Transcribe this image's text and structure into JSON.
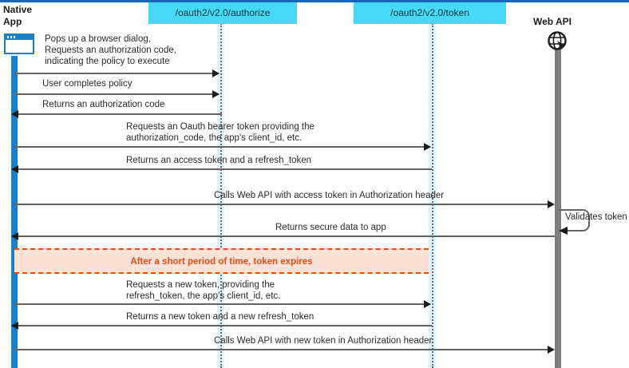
{
  "diagram": {
    "type": "sequence-diagram",
    "title": "OAuth2 native app authorization code flow"
  },
  "participants": [
    {
      "id": "native-app",
      "label_line1": "Native",
      "label_line2": "App",
      "icon": "browser-window-icon",
      "lifeline_color": "#1a7fc9"
    },
    {
      "id": "authorize-endpoint",
      "label": "/oauth2/v2.0/authorize",
      "header_color": "#45d8f7",
      "lifeline_color": "#6b6b6b"
    },
    {
      "id": "token-endpoint",
      "label": "/oauth2/v2.0/token",
      "header_color": "#45d8f7",
      "lifeline_color": "#6b6b6b"
    },
    {
      "id": "web-api",
      "label": "Web API",
      "icon": "globe-icon",
      "lifeline_color": "#808080"
    }
  ],
  "messages": [
    {
      "id": "m1",
      "from": "native-app",
      "to": "authorize-endpoint",
      "direction": "right",
      "label": "Pops up a browser dialog,\nRequests an authorization code,\nindicating the policy to execute"
    },
    {
      "id": "m2",
      "from": "native-app",
      "to": "authorize-endpoint",
      "direction": "right",
      "label": "User completes policy"
    },
    {
      "id": "m3",
      "from": "authorize-endpoint",
      "to": "native-app",
      "direction": "left",
      "label": "Returns an authorization code"
    },
    {
      "id": "m4",
      "from": "native-app",
      "to": "token-endpoint",
      "direction": "right",
      "label": "Requests an Oauth bearer token providing the\nauthorization_code, the app's client_id, etc."
    },
    {
      "id": "m5",
      "from": "token-endpoint",
      "to": "native-app",
      "direction": "left",
      "label": "Returns an access token and a refresh_token"
    },
    {
      "id": "m6",
      "from": "native-app",
      "to": "web-api",
      "direction": "right",
      "label": "Calls Web API with access token in Authorization header"
    },
    {
      "id": "m7",
      "from": "web-api",
      "to": "web-api",
      "direction": "self",
      "label": "Validates token"
    },
    {
      "id": "m8",
      "from": "web-api",
      "to": "native-app",
      "direction": "left",
      "label": "Returns secure data to app"
    },
    {
      "id": "m9",
      "from": "native-app",
      "to": "token-endpoint",
      "direction": "right",
      "label": "Requests a new token, providing the\nrefresh_token, the app's client_id, etc."
    },
    {
      "id": "m10",
      "from": "token-endpoint",
      "to": "native-app",
      "direction": "left",
      "label": "Returns a new token and a new refresh_token"
    },
    {
      "id": "m11",
      "from": "native-app",
      "to": "web-api",
      "direction": "right",
      "label": "Calls Web API with new token in Authorization header"
    }
  ],
  "expiry_note": {
    "label": "After a short period of time, token expires",
    "fill_color": "#fbe2d5",
    "border_color": "#e04e18",
    "text_color": "#e04e18"
  },
  "colors": {
    "top_rule": "#1666b8",
    "header_bar": "#45d8f7",
    "lifeline_band": "#ddf3fd",
    "native_app_lifeline": "#1a7fc9",
    "web_api_lifeline": "#808080",
    "message_line": "#636363",
    "message_text": "#2b2b2b"
  }
}
